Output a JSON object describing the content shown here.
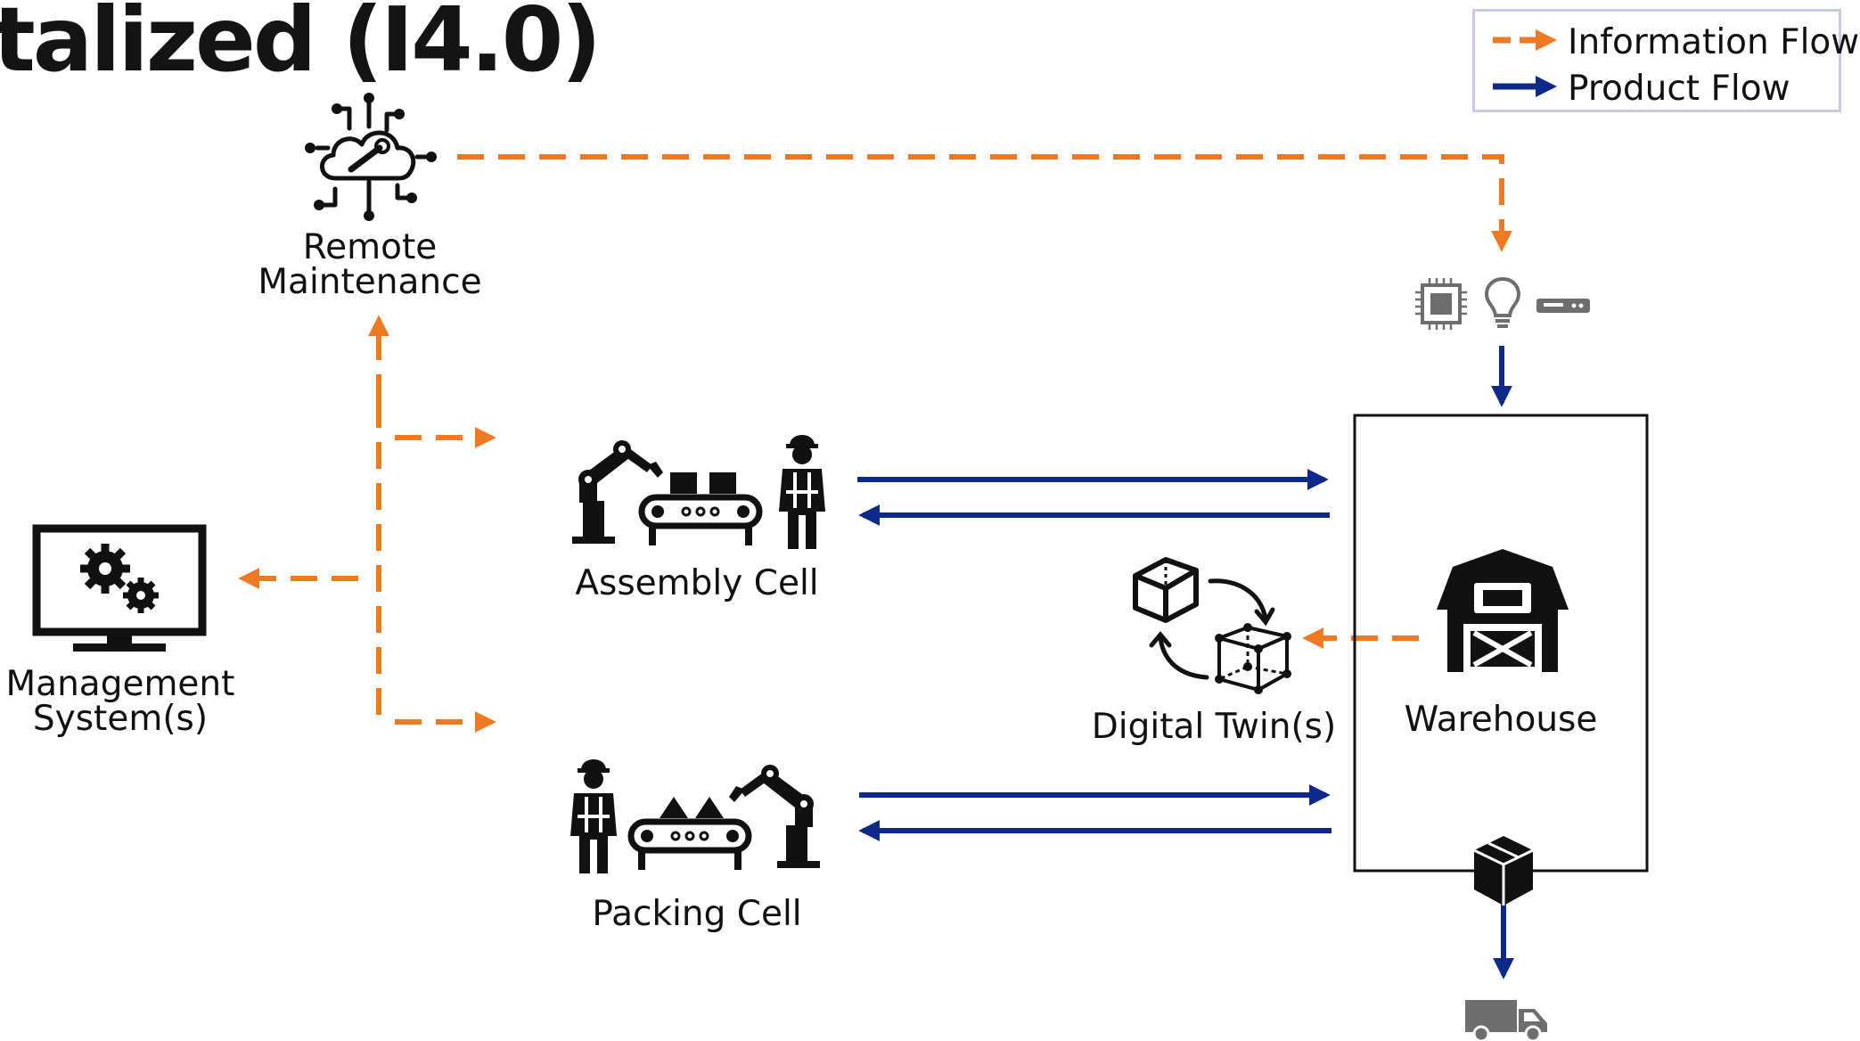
{
  "title": "talized (I4.0)",
  "legend": {
    "information_flow": "Information Flow",
    "product_flow": "Product Flow"
  },
  "nodes": {
    "remote_maintenance": [
      "Remote",
      "Maintenance"
    ],
    "management_system": [
      "Management",
      "System(s)"
    ],
    "assembly_cell": "Assembly Cell",
    "packing_cell": "Packing Cell",
    "digital_twin": "Digital Twin(s)",
    "warehouse": "Warehouse"
  },
  "colors": {
    "information_flow": "#f07a24",
    "product_flow": "#0d2a8a",
    "icon": "#111111",
    "device_icon": "#6e6e6e"
  },
  "icons": [
    "cloud-wrench-icon",
    "monitor-gears-icon",
    "robot-arm-icon",
    "conveyor-icon",
    "worker-icon",
    "cube-icon",
    "wireframe-cube-icon",
    "barn-icon",
    "chip-icon",
    "lightbulb-icon",
    "sensor-icon",
    "package-icon",
    "truck-icon"
  ]
}
